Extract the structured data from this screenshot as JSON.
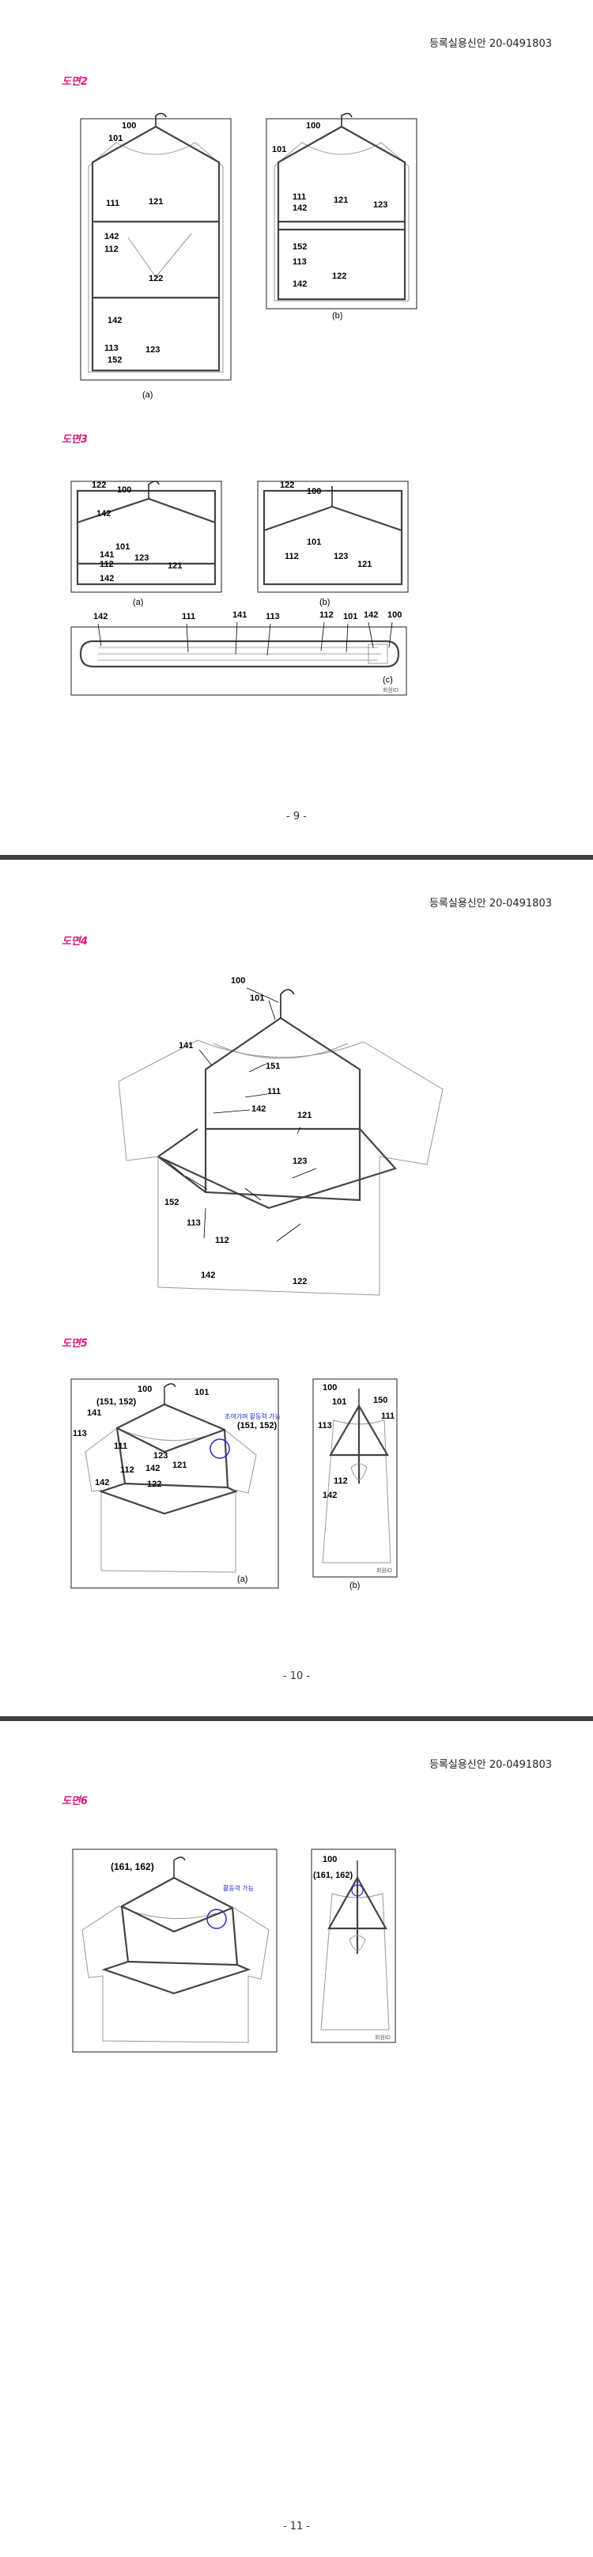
{
  "document": {
    "header_text": "등록실용신안 20-0491803",
    "colors": {
      "section_title": "#e0177a",
      "annotation": "#2a2ad0"
    }
  },
  "pages": [
    {
      "page_number": "- 9 -",
      "fig2": {
        "title": "도면2",
        "a": {
          "caption": "(a)",
          "labels": [
            "100",
            "101",
            "111",
            "121",
            "142",
            "112",
            "122",
            "142",
            "113",
            "152",
            "123"
          ]
        },
        "b": {
          "caption": "(b)",
          "labels": [
            "100",
            "101",
            "111",
            "142",
            "121",
            "123",
            "152",
            "113",
            "142",
            "122"
          ]
        }
      },
      "fig3": {
        "title": "도면3",
        "a": {
          "caption": "(a)",
          "labels": [
            "122",
            "100",
            "142",
            "101",
            "141",
            "112",
            "142",
            "123",
            "121"
          ]
        },
        "b": {
          "caption": "(b)",
          "labels": [
            "122",
            "100",
            "101",
            "112",
            "123",
            "121"
          ]
        },
        "c": {
          "caption": "(c)",
          "labels": [
            "142",
            "111",
            "141",
            "113",
            "112",
            "101",
            "142",
            "100"
          ],
          "stamp": "회원ID"
        }
      }
    },
    {
      "page_number": "- 10 -",
      "fig4": {
        "title": "도면4",
        "labels": [
          "100",
          "101",
          "141",
          "151",
          "111",
          "142",
          "121",
          "123",
          "152",
          "113",
          "112",
          "142",
          "122"
        ]
      },
      "fig5": {
        "title": "도면5",
        "a": {
          "caption": "(a)",
          "labels": [
            "100",
            "(151, 152)",
            "101",
            "141",
            "113",
            "111",
            "123",
            "142",
            "121",
            "112",
            "142",
            "122",
            "(151, 152)"
          ],
          "annotation": "조여가며 활동력 가능"
        },
        "b": {
          "caption": "(b)",
          "labels": [
            "100",
            "101",
            "150",
            "113",
            "111",
            "112",
            "142"
          ],
          "stamp": "회원ID"
        }
      }
    },
    {
      "page_number": "- 11 -",
      "fig6": {
        "title": "도면6",
        "a": {
          "labels": [
            "(161, 162)"
          ],
          "annotation": "활동력 가능"
        },
        "b": {
          "labels": [
            "100",
            "(161, 162)"
          ],
          "stamp": "회원ID"
        }
      }
    }
  ]
}
